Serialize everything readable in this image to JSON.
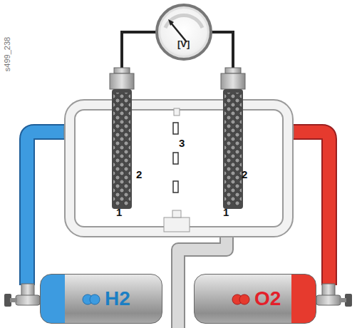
{
  "diagram": {
    "nodes": [
      {
        "text": [
          "[V]"
        ]
      },
      {
        "text": [
          "H2"
        ]
      },
      {
        "text": [
          "O2"
        ]
      }
    ],
    "labels": [
      "s499_238",
      "1",
      "1",
      "2",
      "2",
      "3"
    ]
  }
}
